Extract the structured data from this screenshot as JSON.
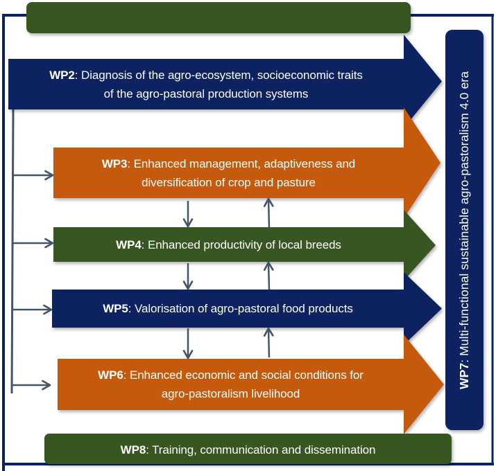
{
  "colors": {
    "navy": "#0c2260",
    "orange": "#c55a11",
    "green": "#385723",
    "connector": "#44546a",
    "white": "#ffffff"
  },
  "top_bar": {
    "label": ""
  },
  "work_packages": [
    {
      "id": "WP2",
      "code": "WP2",
      "lines": [
        ": Diagnosis of the agro-ecosystem, socioeconomic traits",
        "of the agro-pastoral production systems"
      ],
      "color": "navy"
    },
    {
      "id": "WP3",
      "code": "WP3",
      "lines": [
        ": Enhanced management, adaptiveness and",
        "diversification of crop and pasture"
      ],
      "color": "orange"
    },
    {
      "id": "WP4",
      "code": "WP4",
      "lines": [
        ": Enhanced productivity of local breeds"
      ],
      "color": "green"
    },
    {
      "id": "WP5",
      "code": "WP5",
      "lines": [
        ": Valorisation of agro-pastoral food products"
      ],
      "color": "navy"
    },
    {
      "id": "WP6",
      "code": "WP6",
      "lines": [
        ": Enhanced economic and social conditions for",
        "agro-pastoralism livelihood"
      ],
      "color": "orange"
    }
  ],
  "wp7": {
    "code": "WP7",
    "text": ": Multi-functional sustainable agro-pastoralism 4.0 era",
    "color": "navy"
  },
  "wp8": {
    "code": "WP8",
    "text": ": Training, communication and dissemination",
    "color": "green"
  },
  "flows": {
    "left_feeder_targets": [
      "WP3",
      "WP4",
      "WP5",
      "WP6"
    ],
    "down_links": [
      [
        "WP3",
        "WP4"
      ],
      [
        "WP4",
        "WP5"
      ],
      [
        "WP5",
        "WP6"
      ]
    ],
    "up_links": [
      [
        "WP4",
        "WP3"
      ],
      [
        "WP5",
        "WP4"
      ],
      [
        "WP6",
        "WP5"
      ]
    ],
    "all_to": "WP7"
  }
}
